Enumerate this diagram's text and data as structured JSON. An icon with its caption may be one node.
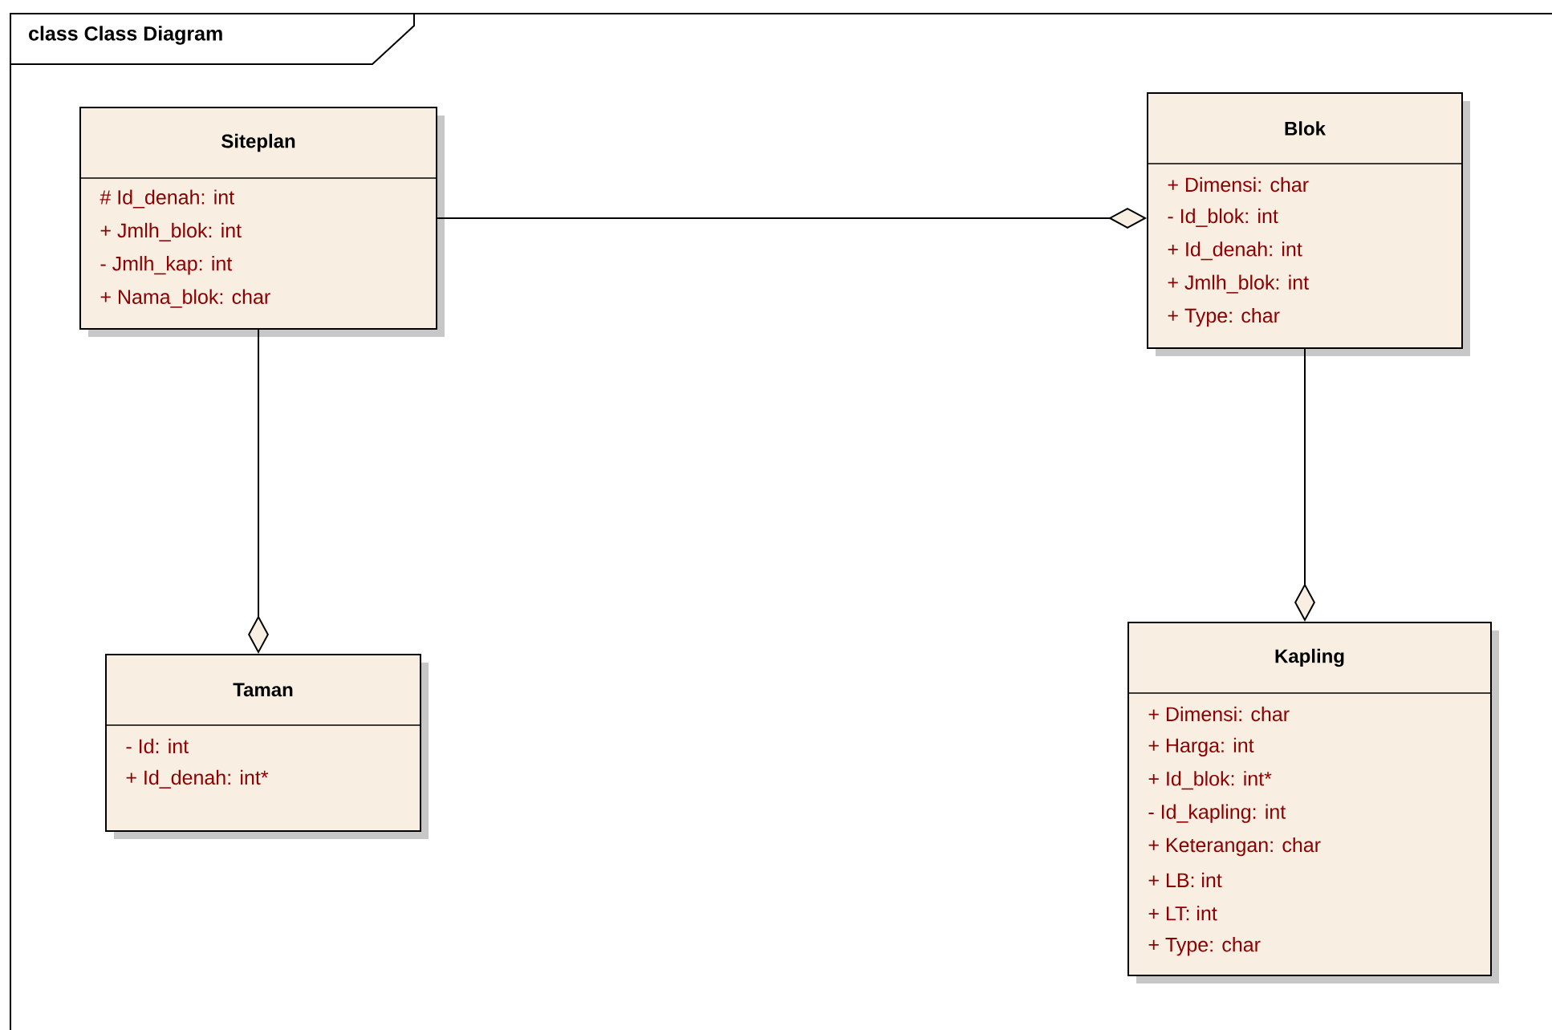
{
  "diagram": {
    "nodes": [
      {
        "text": [
          "class Class Diagram"
        ]
      },
      {
        "text": [
          "Siteplan",
          "# Id_denah: int",
          "+ Jmlh_blok: int",
          "- Jmlh_kap: int",
          "+ Nama_blok: char"
        ],
        "in": 0
      },
      {
        "text": [
          "Blok",
          "+ Dimensi: char",
          "- Id_blok: int",
          "+ Id_denah: int",
          "+ Jmlh_blok: int",
          "+ Type: char"
        ],
        "in": 0
      },
      {
        "text": [
          "Taman",
          "- Id: int",
          "+ Id_denah: int*"
        ],
        "in": 0
      },
      {
        "text": [
          "Kapling",
          "+ Dimensi: char",
          "+ Harga: int",
          "+ Id_blok: int*",
          "- Id_kapling: int",
          "+ Keterangan: char",
          "+ LB: int",
          "+ LT: int",
          "+ Type: char"
        ],
        "in": 0
      }
    ],
    "edges": [
      {
        "from": 1,
        "to": 2,
        "arrow": "other"
      },
      {
        "from": 1,
        "to": 3,
        "arrow": "other"
      },
      {
        "from": 2,
        "to": 4,
        "arrow": "other"
      }
    ]
  }
}
